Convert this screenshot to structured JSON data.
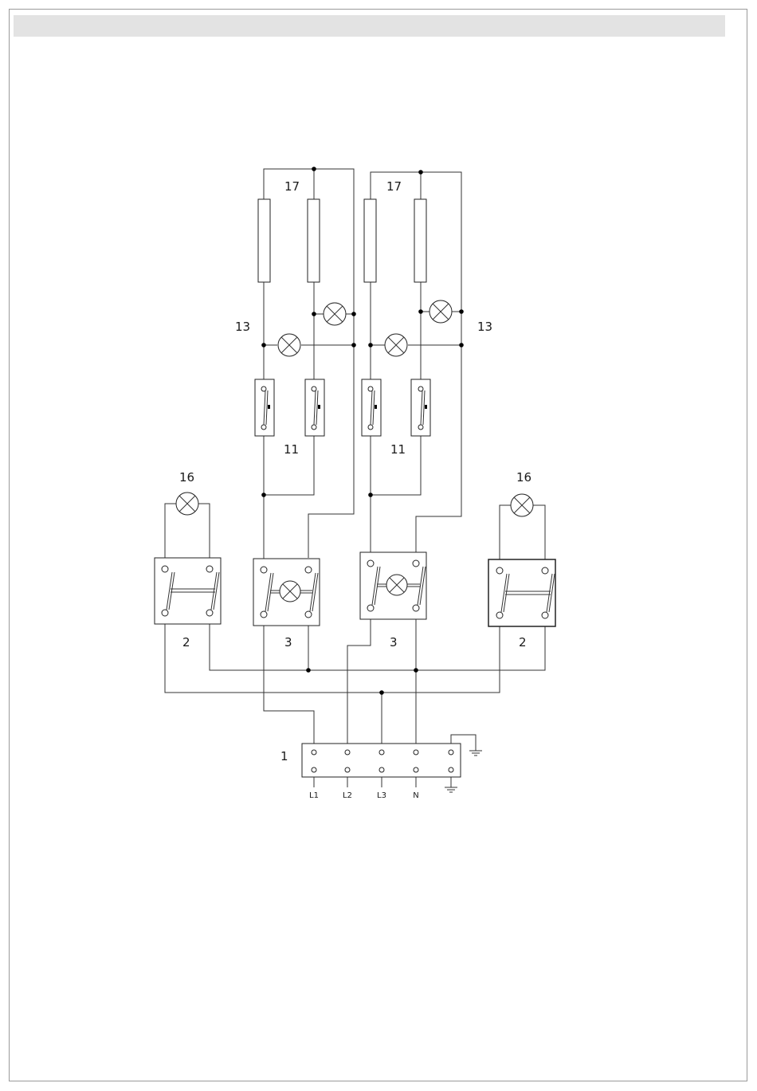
{
  "labels": {
    "heating_elements": "17",
    "indicator_lamps_13": "13",
    "thermostats": "11",
    "lamp_16": "16",
    "switch_2": "2",
    "switch_3": "3",
    "terminal_block": "1"
  },
  "terminals": [
    "L1",
    "L2",
    "L3",
    "N"
  ],
  "colors": {
    "line": "#333333",
    "header_bar": "#e3e3e3",
    "border": "#9a9a9a"
  },
  "icons": [
    "lamp-icon",
    "earth-ground-icon",
    "switch-contact-icon",
    "heating-element-icon",
    "thermostat-icon"
  ]
}
